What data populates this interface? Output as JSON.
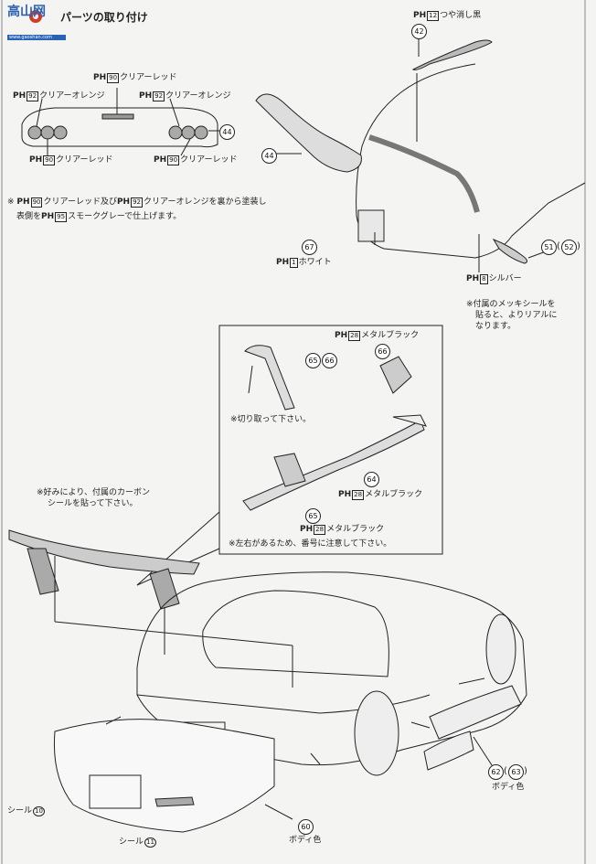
{
  "header": {
    "title": "パーツの取り付け",
    "logo_text": "高山网",
    "logo_sub": "www.gaoshan.com"
  },
  "taillight": {
    "ph_label": "PH",
    "top_code": "90",
    "top_text": "クリアーレッド",
    "left_code": "92",
    "left_text": "クリアーオレンジ",
    "right_code": "92",
    "right_text": "クリアーオレンジ",
    "bottom_left_code": "90",
    "bottom_left_text": "クリアーレッド",
    "bottom_right_code": "90",
    "bottom_right_text": "クリアーレッド",
    "part_num": "44"
  },
  "note1": {
    "mark": "※",
    "line1_a": "クリアーレッド及び",
    "line1_code1": "90",
    "line1_code2": "92",
    "line1_b": "クリアーオレンジを裏から塗装し",
    "line2_a": "表側を",
    "line2_code": "95",
    "line2_b": "スモークグレーで仕上げます。"
  },
  "rear_top": {
    "spoiler_code": "12",
    "spoiler_text": "つや消し黒",
    "spoiler_part": "42",
    "lamp_part": "44",
    "plate_part": "67",
    "plate_code": "1",
    "plate_text": "ホワイト",
    "side_part_a": "51",
    "side_part_b": "52",
    "silver_code": "8",
    "silver_text": "シルバー",
    "silver_note_1": "※付属のメッキシールを",
    "silver_note_2": "貼ると、よりリアルに",
    "silver_note_3": "なります。"
  },
  "wing_inset": {
    "top_code": "28",
    "top_text": "メタルブラック",
    "stay_a": "65",
    "stay_b": "66",
    "stay_c": "66",
    "cut_note": "※切り取って下さい。",
    "wing_part": "64",
    "wing_code": "28",
    "wing_text": "メタルブラック",
    "lower_part": "65",
    "lower_code": "28",
    "lower_text": "メタルブラック",
    "lr_note": "※左右があるため、番号に注意して下さい。"
  },
  "carbon_note": {
    "line1": "※好みにより、付属のカーボン",
    "line2": "シールを貼って下さい。"
  },
  "body_parts": {
    "side_a": "62",
    "side_b": "63",
    "side_color": "ボディ色",
    "bumper": "60",
    "bumper_color": "ボディ色",
    "seal_top_label": "シール",
    "seal_top_num": "10",
    "seal_bottom_label": "シール",
    "seal_bottom_num": "11"
  }
}
